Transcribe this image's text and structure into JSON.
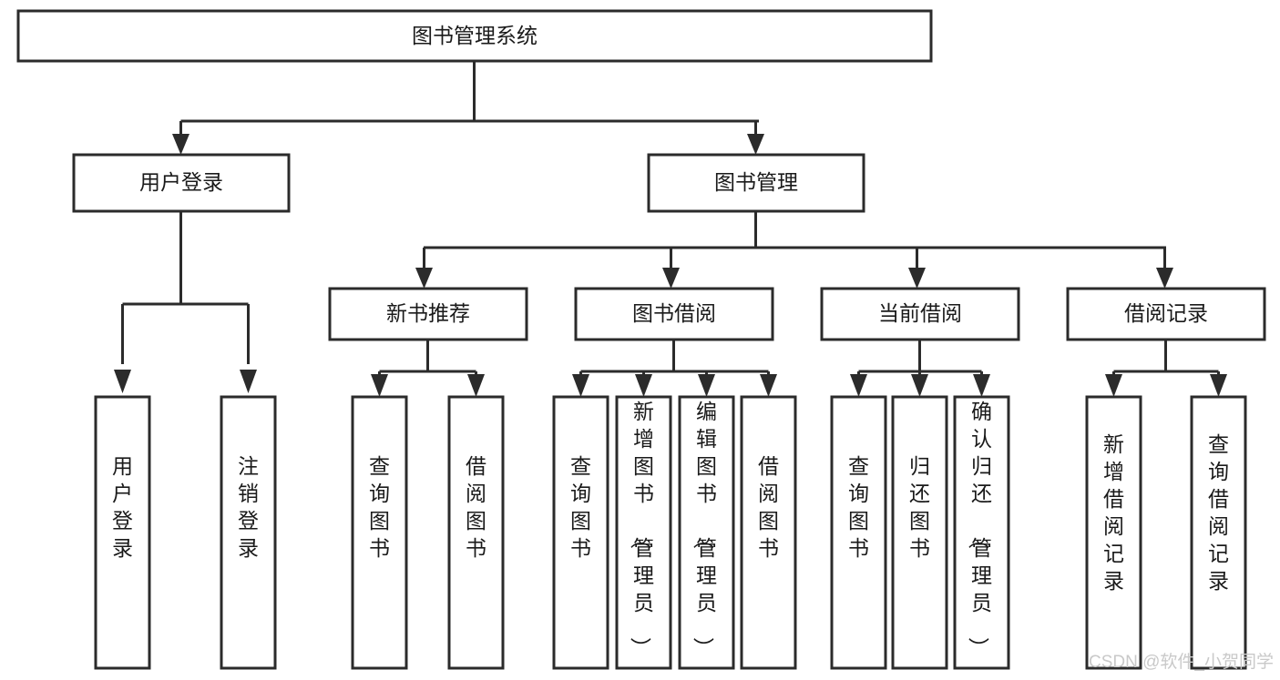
{
  "diagram": {
    "title": "图书管理系统",
    "type": "tree-hierarchy-diagram",
    "colors": {
      "stroke": "#2b2b2b",
      "fill": "#ffffff",
      "text": "#1a1a1a",
      "watermark": "#c9c9c9"
    },
    "root": {
      "label": "图书管理系统"
    },
    "level2": [
      {
        "label": "用户登录"
      },
      {
        "label": "图书管理"
      }
    ],
    "level3": [
      {
        "label": "新书推荐"
      },
      {
        "label": "图书借阅"
      },
      {
        "label": "当前借阅"
      },
      {
        "label": "借阅记录"
      }
    ],
    "leaves": {
      "user_login": [
        {
          "label": "用户登录"
        },
        {
          "label": "注销登录"
        }
      ],
      "new_book_recommend": [
        {
          "label": "查询图书"
        },
        {
          "label": "借阅图书"
        }
      ],
      "book_borrow": [
        {
          "label": "查询图书"
        },
        {
          "label": "新增图书（管理员）"
        },
        {
          "label": "编辑图书（管理员）"
        },
        {
          "label": "借阅图书"
        }
      ],
      "current_borrow": [
        {
          "label": "查询图书"
        },
        {
          "label": "归还图书"
        },
        {
          "label": "确认归还（管理员）"
        }
      ],
      "borrow_record": [
        {
          "label": "新增借阅记录"
        },
        {
          "label": "查询借阅记录"
        }
      ]
    },
    "watermark": "CSDN @软件_小贺同学"
  }
}
